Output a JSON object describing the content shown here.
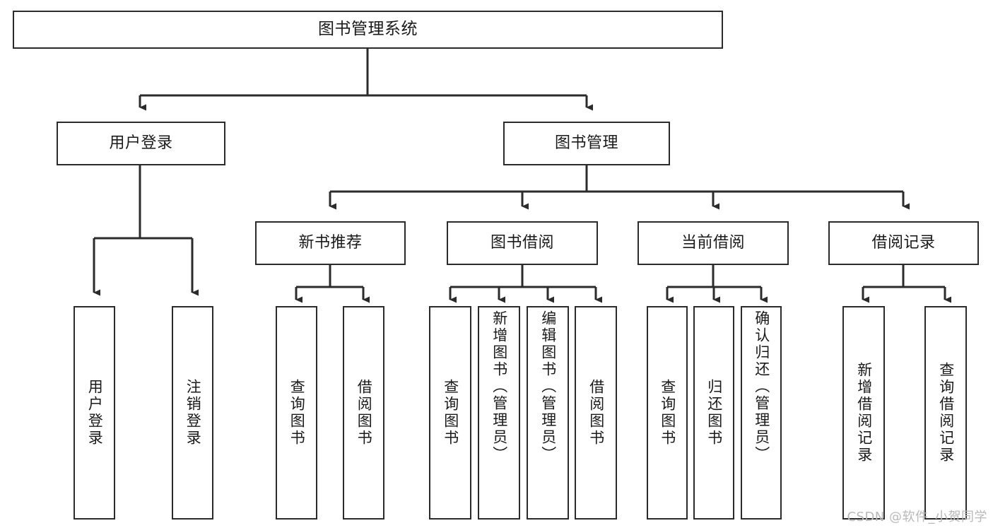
{
  "diagram": {
    "title": "图书管理系统",
    "type": "tree",
    "watermark": "CSDN @软件_小贺同学",
    "colors": {
      "stroke": "#2b2b2b",
      "fill": "#ffffff",
      "text": "#1a1a1a",
      "watermark": "#b9b9b9"
    },
    "nodes": {
      "root": {
        "label": "图书管理系统"
      },
      "level2": [
        {
          "label": "用户登录"
        },
        {
          "label": "图书管理"
        }
      ],
      "level3": [
        {
          "label": "新书推荐"
        },
        {
          "label": "图书借阅"
        },
        {
          "label": "当前借阅"
        },
        {
          "label": "借阅记录"
        }
      ],
      "leaves_user_login": [
        {
          "label": "用户登录"
        },
        {
          "label": "注销登录"
        }
      ],
      "leaves_new_book": [
        {
          "label": "查询图书"
        },
        {
          "label": "借阅图书"
        }
      ],
      "leaves_borrow": [
        {
          "label": "查询图书"
        },
        {
          "label": "新增图书（管理员）"
        },
        {
          "label": "编辑图书（管理员）"
        },
        {
          "label": "借阅图书"
        }
      ],
      "leaves_current": [
        {
          "label": "查询图书"
        },
        {
          "label": "归还图书"
        },
        {
          "label": "确认归还（管理员）"
        }
      ],
      "leaves_records": [
        {
          "label": "新增借阅记录"
        },
        {
          "label": "查询借阅记录"
        }
      ]
    }
  }
}
